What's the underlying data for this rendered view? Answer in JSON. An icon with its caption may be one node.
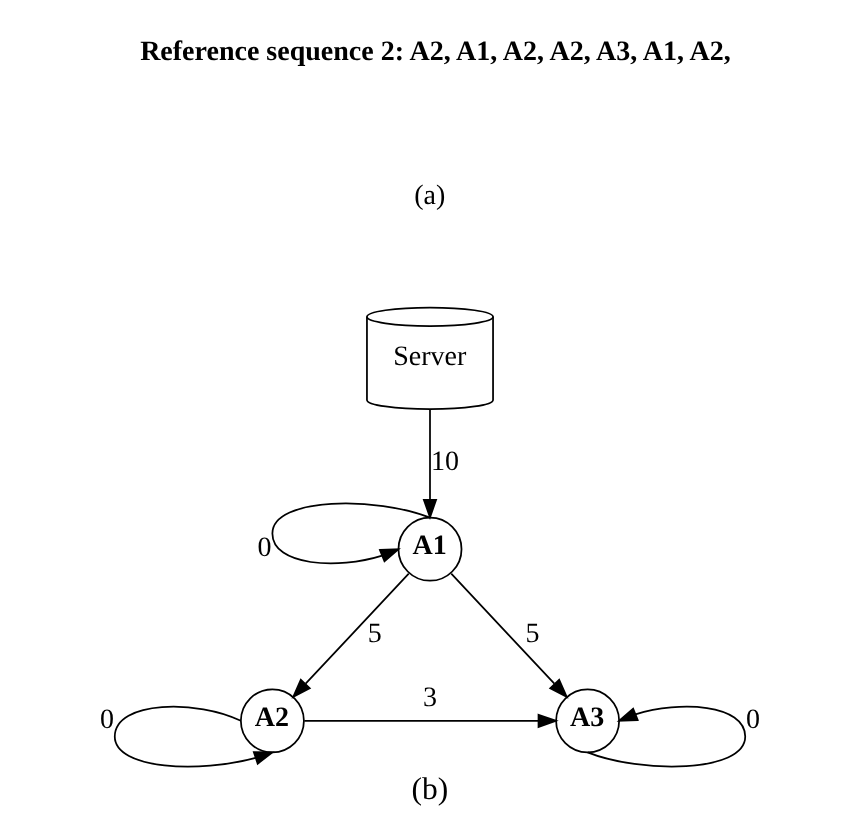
{
  "diagram": {
    "caption": "(b)",
    "nodes": [
      {
        "text": [
          "Server"
        ]
      },
      {
        "text": [
          "A1"
        ]
      },
      {
        "text": [
          "A2"
        ]
      },
      {
        "text": [
          "A3"
        ]
      }
    ],
    "edges": [
      {
        "from": 1,
        "to": 1,
        "arrow": "to",
        "label": "0"
      },
      {
        "from": 0,
        "to": 1,
        "arrow": "to",
        "label": "10"
      },
      {
        "from": 1,
        "to": 2,
        "arrow": "to",
        "label": "5"
      },
      {
        "from": 1,
        "to": 3,
        "arrow": "to",
        "label": "5"
      },
      {
        "from": 2,
        "to": 3,
        "arrow": "to",
        "label": "3"
      },
      {
        "from": 2,
        "to": 2,
        "arrow": "to",
        "label": "0"
      },
      {
        "from": 3,
        "to": 3,
        "arrow": "to",
        "label": "0"
      }
    ],
    "labels": [
      "Reference sequence 2: A2, A1, A2, A2, A3, A1, A2,",
      "(a)"
    ]
  }
}
